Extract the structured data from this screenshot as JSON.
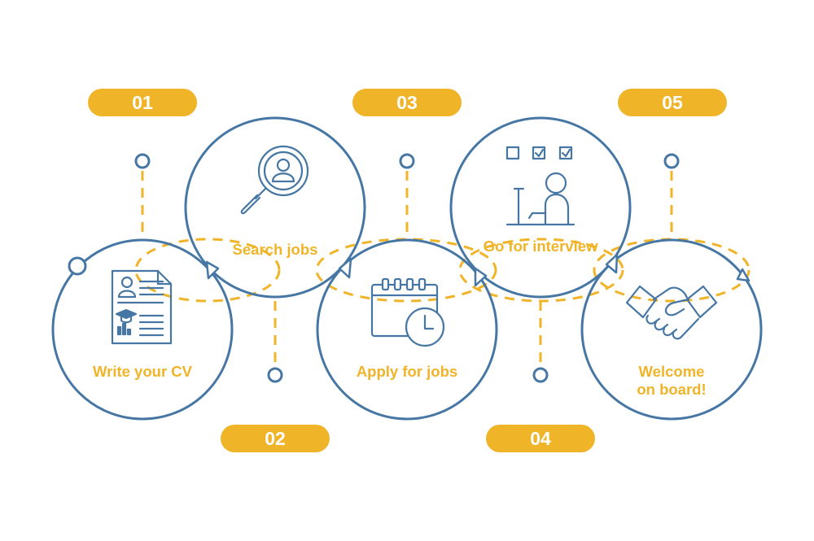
{
  "colors": {
    "accent": "#F0B429",
    "line": "#4677A4",
    "background": "#FFFFFF"
  },
  "steps": [
    {
      "number": "01",
      "label_lines": [
        "Write your CV"
      ],
      "icon": "cv-document-icon"
    },
    {
      "number": "02",
      "label_lines": [
        "Search jobs"
      ],
      "icon": "magnifier-person-icon"
    },
    {
      "number": "03",
      "label_lines": [
        "Apply for jobs"
      ],
      "icon": "calendar-clock-icon"
    },
    {
      "number": "04",
      "label_lines": [
        "Go for interview"
      ],
      "icon": "interview-checklist-icon"
    },
    {
      "number": "05",
      "label_lines": [
        "Welcome",
        "on board!"
      ],
      "icon": "handshake-icon"
    }
  ]
}
